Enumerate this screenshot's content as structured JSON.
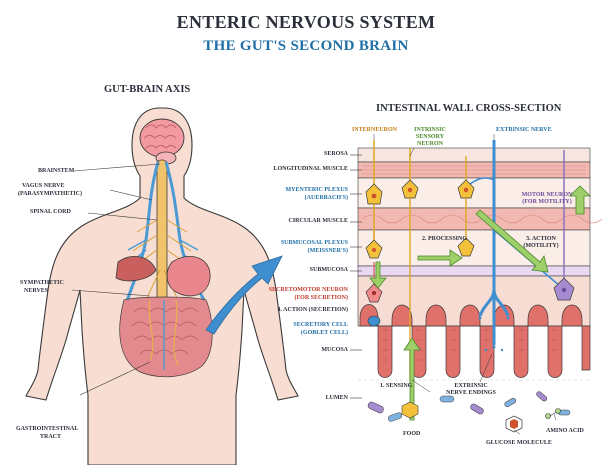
{
  "title": "ENTERIC NERVOUS SYSTEM",
  "subtitle": "THE GUT'S SECOND BRAIN",
  "left_panel": {
    "heading": "GUT-BRAIN AXIS",
    "labels": {
      "brainstem": "BRAINSTEM",
      "vagus_1": "VAGUS NERVE",
      "vagus_2": "(PARASYMPATHETIC)",
      "spinal_cord": "SPINAL CORD",
      "sympathetic_1": "SYMPATHETIC",
      "sympathetic_2": "NERVES",
      "gi_1": "GASTROINTESTINAL",
      "gi_2": "TRACT"
    }
  },
  "right_panel": {
    "heading": "INTESTINAL WALL CROSS-SECTION",
    "layers": {
      "serosa": "SEROSA",
      "longitudinal": "LONGITUDINAL MUSCLE",
      "myenteric_1": "MYENTERIC PLEXUS",
      "myenteric_2": "(AUERBACH'S)",
      "circular": "CIRCULAR MUSCLE",
      "submucosal_1": "SUBMUCOSAL PLEXUS",
      "submucosal_2": "(MEISSNER'S)",
      "submucosa": "SUBMUCOSA",
      "secretomotor_1": "SECRETOMOTOR NEURON",
      "secretomotor_2": "(FOR SECRETION)",
      "action_secretion": "4. ACTION (SECRETION)",
      "secretory_1": "SECRETORY CELL",
      "secretory_2": "(GOBLET CELL)",
      "mucosa": "MUCOSA",
      "lumen": "LUMEN"
    },
    "neurons": {
      "interneuron": "INTERNEURON",
      "sensory_1": "INTRINSIC",
      "sensory_2": "SENSORY",
      "sensory_3": "NEURON",
      "extrinsic": "EXTRINSIC NERVE",
      "motor_1": "MOTOR NEURON",
      "motor_2": "(FOR MOTILITY)"
    },
    "steps": {
      "processing": "2. PROCESSING",
      "action_motility_1": "3. ACTION",
      "action_motility_2": "(MOTILITY)",
      "sensing": "1. SENSING"
    },
    "bottom": {
      "endings_1": "EXTRINSIC",
      "endings_2": "NERVE ENDINGS",
      "food": "FOOD",
      "amino": "AMINO ACID",
      "glucose": "GLUCOSE MOLECULE"
    }
  },
  "colors": {
    "neuron_yellow": "#f3c23a",
    "nerve_blue": "#3f8fd0",
    "muscle_pink": "#f1b9b2",
    "mucosa_red": "#e0706a",
    "submucosa": "#f6dcd2",
    "green_arrow": "#9fcf6a",
    "purple_neuron": "#a78bd0",
    "body_fill": "#f7dbd0"
  }
}
